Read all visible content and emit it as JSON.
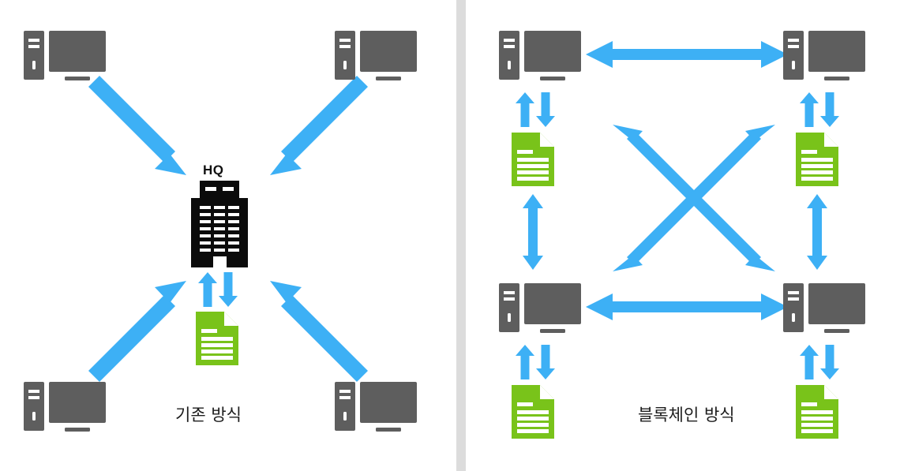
{
  "figure": {
    "title_left": "기존 방식",
    "title_right": "블록체인 방식",
    "hq_label": "HQ"
  },
  "colors": {
    "arrow_blue": "#3DB0F5",
    "document_green": "#79C31A",
    "computer_gray": "#5E5E5E",
    "building_black": "#0B0B0B",
    "divider_gray": "#dcdcdc",
    "background": "#ffffff",
    "text": "#1d1d1d"
  },
  "left_panel": {
    "caption": "기존 방식",
    "center_node": {
      "type": "building",
      "icon": "office-building-icon",
      "label": "HQ"
    },
    "center_document": {
      "type": "document",
      "icon": "document-icon"
    },
    "center_exchange": {
      "icon": "exchange-arrows-icon",
      "direction": "bidirectional-vertical"
    },
    "clients": [
      {
        "position": "top-left",
        "icon": "desktop-computer-icon"
      },
      {
        "position": "top-right",
        "icon": "desktop-computer-icon"
      },
      {
        "position": "bottom-left",
        "icon": "desktop-computer-icon"
      },
      {
        "position": "bottom-right",
        "icon": "desktop-computer-icon"
      }
    ],
    "connections": [
      {
        "from": "top-left",
        "to": "hq",
        "style": "single-head"
      },
      {
        "from": "top-right",
        "to": "hq",
        "style": "single-head"
      },
      {
        "from": "bottom-left",
        "to": "hq",
        "style": "single-head"
      },
      {
        "from": "bottom-right",
        "to": "hq",
        "style": "single-head"
      }
    ]
  },
  "right_panel": {
    "caption": "블록체인 방식",
    "nodes": [
      {
        "position": "top-left",
        "computer": "desktop-computer-icon",
        "document": "document-icon",
        "exchange": "exchange-arrows-icon"
      },
      {
        "position": "top-right",
        "computer": "desktop-computer-icon",
        "document": "document-icon",
        "exchange": "exchange-arrows-icon"
      },
      {
        "position": "bottom-left",
        "computer": "desktop-computer-icon",
        "document": "document-icon",
        "exchange": "exchange-arrows-icon"
      },
      {
        "position": "bottom-right",
        "computer": "desktop-computer-icon",
        "document": "document-icon",
        "exchange": "exchange-arrows-icon"
      }
    ],
    "connections": [
      {
        "from": "top-left",
        "to": "top-right",
        "style": "double-head",
        "orientation": "horizontal"
      },
      {
        "from": "bottom-left",
        "to": "bottom-right",
        "style": "double-head",
        "orientation": "horizontal"
      },
      {
        "from": "top-left",
        "to": "bottom-right",
        "style": "double-head",
        "orientation": "diagonal"
      },
      {
        "from": "top-right",
        "to": "bottom-left",
        "style": "double-head",
        "orientation": "diagonal"
      },
      {
        "from": "top-left-doc",
        "to": "bottom-left-doc",
        "style": "double-head",
        "orientation": "vertical"
      },
      {
        "from": "top-right-doc",
        "to": "bottom-right-doc",
        "style": "double-head",
        "orientation": "vertical"
      }
    ]
  }
}
